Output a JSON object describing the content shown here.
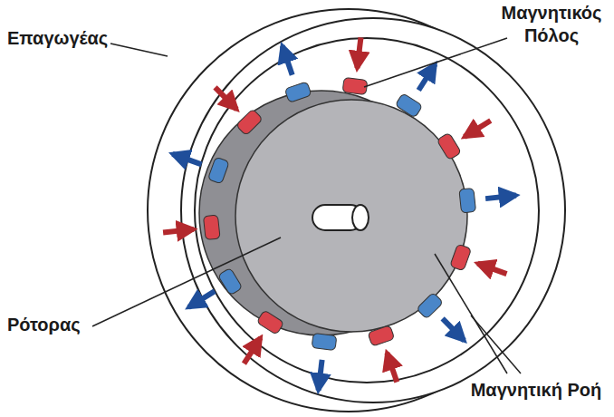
{
  "diagram": {
    "labels": [
      "Επαγωγέας",
      "Μαγνητικός Πόλος",
      "Ρότορας",
      "Μαγνητική Ροή"
    ]
  }
}
